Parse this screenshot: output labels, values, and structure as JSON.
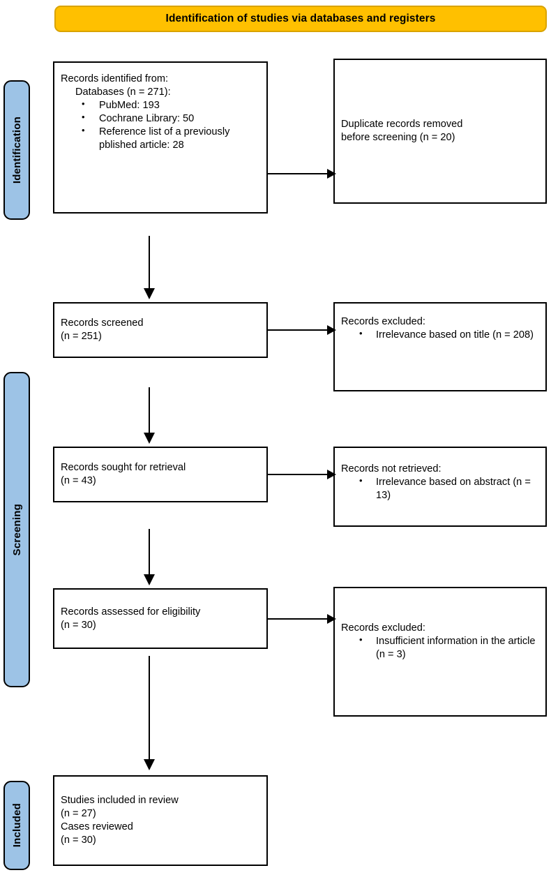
{
  "banner": {
    "title": "Identification of studies via databases and registers"
  },
  "stages": [
    {
      "name": "identification",
      "label": "Identification"
    },
    {
      "name": "screening",
      "label": "Screening"
    },
    {
      "name": "included",
      "label": "Included"
    }
  ],
  "boxes": {
    "records_identified": {
      "heading": "Records identified from:",
      "subheading": "Databases (n = 271):",
      "bullets": [
        "PubMed: 193",
        "Cochrane Library: 50",
        "Reference list of a previously pblished article: 28"
      ]
    },
    "duplicates_removed": {
      "line1": "Duplicate records removed",
      "line2": "before screening (n = 20)"
    },
    "records_screened": {
      "line1": "Records screened",
      "line2": "(n = 251)"
    },
    "records_excluded_title": {
      "heading": "Records excluded:",
      "bullets": [
        "Irrelevance based on title (n = 208)"
      ]
    },
    "records_sought": {
      "line1": "Records sought for retrieval",
      "line2": "(n = 43)"
    },
    "records_not_retrieved": {
      "heading": "Records not retrieved:",
      "bullets": [
        "Irrelevance based on abstract (n = 13)"
      ]
    },
    "records_assessed": {
      "line1": "Records assessed for eligibility",
      "line2": "(n = 30)"
    },
    "records_excluded_info": {
      "heading": "Records excluded:",
      "bullets": [
        "Insufficient information in the article (n = 3)"
      ]
    },
    "studies_included": {
      "line1": "Studies included in review",
      "line2": "(n = 27)",
      "line3": "Cases reviewed",
      "line4": "(n = 30)"
    }
  },
  "colors": {
    "banner_fill": "#FFC000",
    "banner_border": "#D9A300",
    "stage_fill": "#9DC3E6",
    "stage_border": "#000000",
    "box_border": "#000000",
    "connector": "#000000",
    "background": "#FFFFFF"
  }
}
